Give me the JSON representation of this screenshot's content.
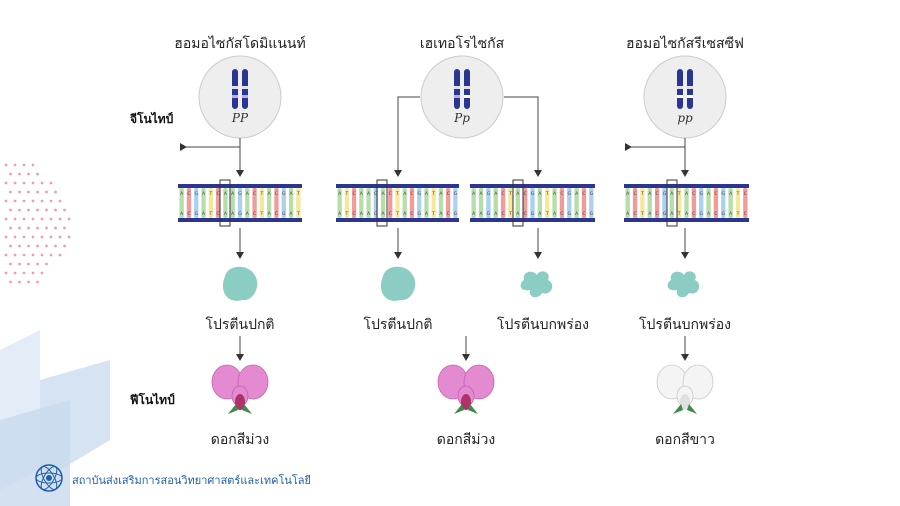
{
  "columns": [
    {
      "title": "ฮอมอไซกัสโดมิแนนท์",
      "genotype": "PP"
    },
    {
      "title": "เฮเทอโรไซกัส",
      "genotype": "Pp"
    },
    {
      "title": "ฮอมอไซกัสรีเซสซีฟ",
      "genotype": "pp"
    }
  ],
  "row_labels": {
    "genotype": "จีโนไทป์",
    "phenotype": "ฟีโนไทป์"
  },
  "proteins": [
    {
      "label": "โปรตีนปกติ",
      "kind": "normal"
    },
    {
      "label": "โปรตีนปกติ",
      "kind": "normal"
    },
    {
      "label": "โปรตีนบกพร่อง",
      "kind": "defective"
    },
    {
      "label": "โปรตีนบกพร่อง",
      "kind": "defective"
    }
  ],
  "flowers": [
    {
      "label": "ดอกสีม่วง",
      "color": "#e48ad0"
    },
    {
      "label": "ดอกสีม่วง",
      "color": "#e48ad0"
    },
    {
      "label": "ดอกสีขาว",
      "color": "#f4f4f4"
    }
  ],
  "colors": {
    "chromosome": "#2b3690",
    "dna_backbone": "#2b3690",
    "protein": "#7fc8bd",
    "base_a": "#a8d89a",
    "base_c": "#f08a8a",
    "base_g": "#9ec8ee",
    "base_t": "#f4e48a"
  },
  "footer": {
    "org": "สถาบันส่งเสริมการสอนวิทยาศาสตร์และเทคโนโลยี"
  }
}
